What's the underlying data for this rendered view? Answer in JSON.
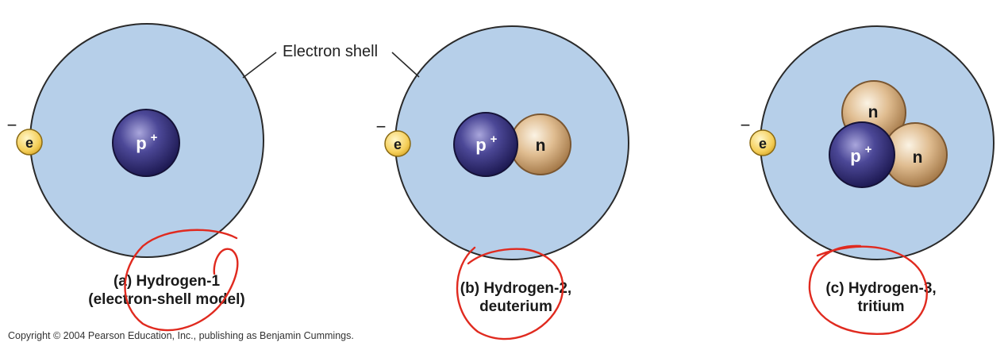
{
  "callout": {
    "electron_shell": "Electron shell"
  },
  "particles": {
    "electron": "e",
    "electron_charge": "−",
    "proton": "p",
    "proton_charge": "+",
    "neutron": "n"
  },
  "atoms": [
    {
      "caption_line1": "(a) Hydrogen-1",
      "caption_line2": "(electron-shell model)"
    },
    {
      "caption_line1": "(b) Hydrogen-2,",
      "caption_line2": "deuterium"
    },
    {
      "caption_line1": "(c) Hydrogen-3,",
      "caption_line2": "tritium"
    }
  ],
  "copyright": "Copyright © 2004 Pearson Education, Inc., publishing as Benjamin Cummings.",
  "colors": {
    "shell_fill": "#b6cfe9",
    "shell_stroke": "#2a2a2a",
    "proton": "#3f3a86",
    "neutron": "#d9b487",
    "electron": "#f5cf5a",
    "annotation": "#e02a1f"
  }
}
